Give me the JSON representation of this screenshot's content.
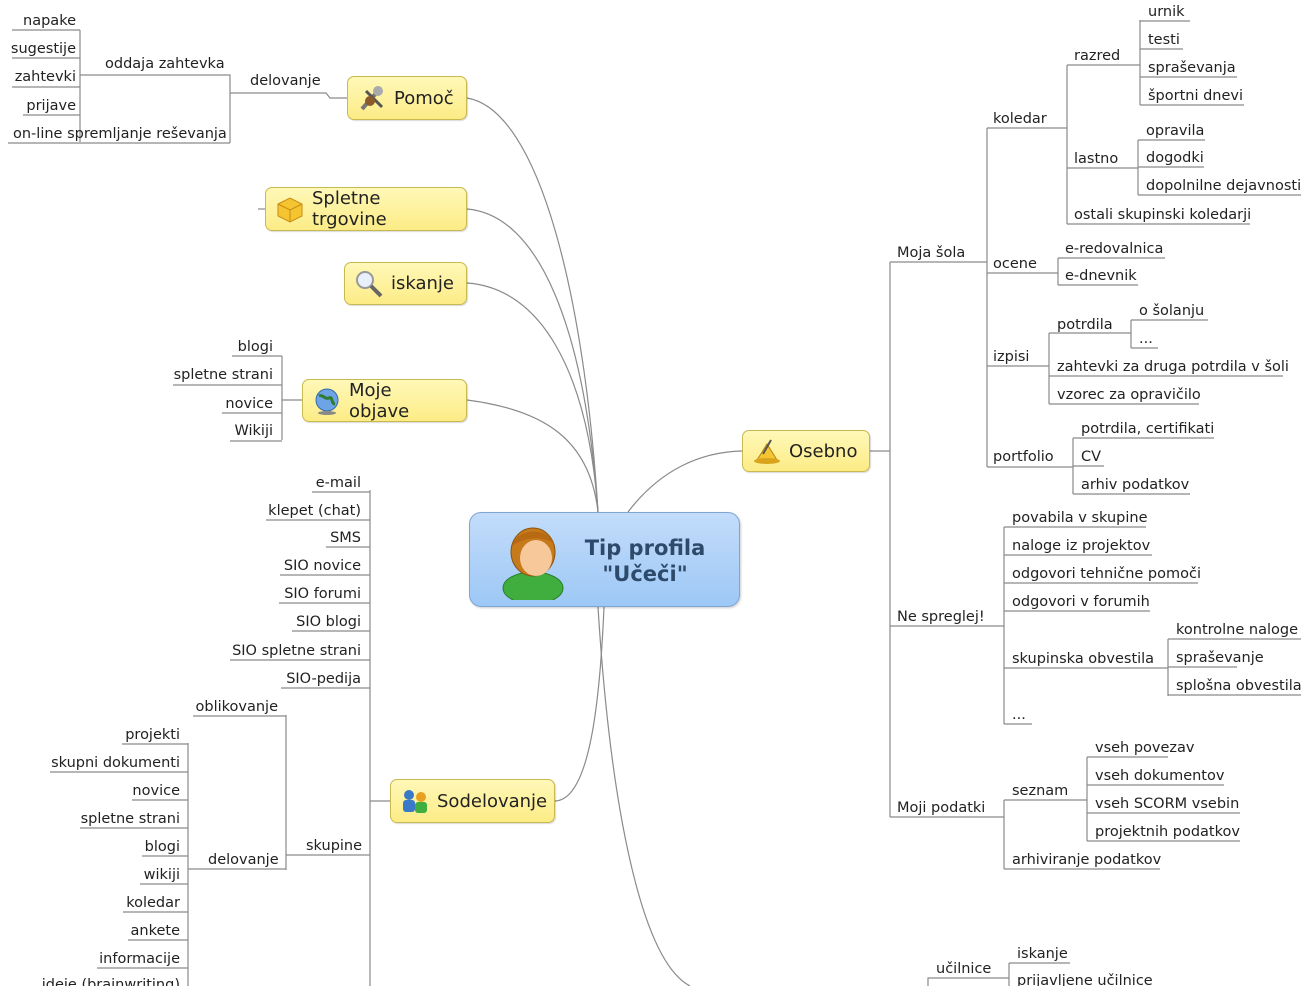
{
  "central": {
    "title": "Tip profila\n\"Učeči\"",
    "icon": "student-avatar-icon"
  },
  "topics": {
    "pomoc": {
      "label": "Pomoč",
      "icon": "help-tools-icon"
    },
    "trgovine": {
      "label": "Spletne trgovine",
      "icon": "package-icon"
    },
    "iskanje": {
      "label": "iskanje",
      "icon": "magnifier-icon"
    },
    "objave": {
      "label": "Moje objave",
      "icon": "globe-icon"
    },
    "osebno": {
      "label": "Osebno",
      "icon": "bell-icon"
    },
    "sodelovanje": {
      "label": "Sodelovanje",
      "icon": "people-group-icon"
    }
  },
  "pomoc": {
    "delovanje": "delovanje",
    "oddaja": "oddaja zahtevka",
    "napake": "napake",
    "sugestije": "sugestije",
    "zahtevki": "zahtevki",
    "prijave": "prijave",
    "online": "on-line spremljanje reševanja"
  },
  "objave": [
    "blogi",
    "spletne strani",
    "novice",
    "Wikiji"
  ],
  "comm": [
    "e-mail",
    "klepet (chat)",
    "SMS",
    "SIO novice",
    "SIO forumi",
    "SIO blogi",
    "SIO spletne strani",
    "SIO-pedija"
  ],
  "skupine": {
    "label": "skupine",
    "oblikovanje": "oblikovanje",
    "delovanje": "delovanje",
    "items": [
      "projekti",
      "skupni dokumenti",
      "novice",
      "spletne strani",
      "blogi",
      "wikiji",
      "koledar",
      "ankete",
      "informacije",
      "ideje (brainwriting)"
    ]
  },
  "osebno": {
    "moja_sola": "Moja šola",
    "koledar": "koledar",
    "razred": "razred",
    "razred_items": [
      "urnik",
      "testi",
      "spraševanja",
      "športni dnevi"
    ],
    "lastno": "lastno",
    "lastno_items": [
      "opravila",
      "dogodki",
      "dopolnilne dejavnosti"
    ],
    "ostali": "ostali skupinski koledarji",
    "ocene": "ocene",
    "ocene_items": [
      "e-redovalnica",
      "e-dnevnik"
    ],
    "izpisi": "izpisi",
    "potrdila": "potrdila",
    "potrdila_items": [
      "o šolanju",
      "..."
    ],
    "zahtevki": "zahtevki za druga potrdila v šoli",
    "vzorec": "vzorec za opravičilo",
    "portfolio": "portfolio",
    "portfolio_items": [
      "potrdila, certifikati",
      "CV",
      "arhiv podatkov"
    ],
    "ne_spreglej": "Ne spreglej!",
    "ns_items": [
      "povabila v skupine",
      "naloge iz projektov",
      "odgovori tehnične pomoči",
      "odgovori v forumih"
    ],
    "skupinska": "skupinska obvestila",
    "skupinska_items": [
      "kontrolne naloge",
      "spraševanje",
      "splošna obvestila"
    ],
    "ns_more": "...",
    "moji_podatki": "Moji podatki",
    "seznam": "seznam",
    "seznam_items": [
      "vseh povezav",
      "vseh dokumentov",
      "vseh SCORM vsebin",
      "projektnih podatkov"
    ],
    "arhiviranje": "arhiviranje podatkov"
  },
  "ucilnice": {
    "label": "učilnice",
    "items": [
      "iskanje",
      "prijavljene učilnice"
    ]
  }
}
